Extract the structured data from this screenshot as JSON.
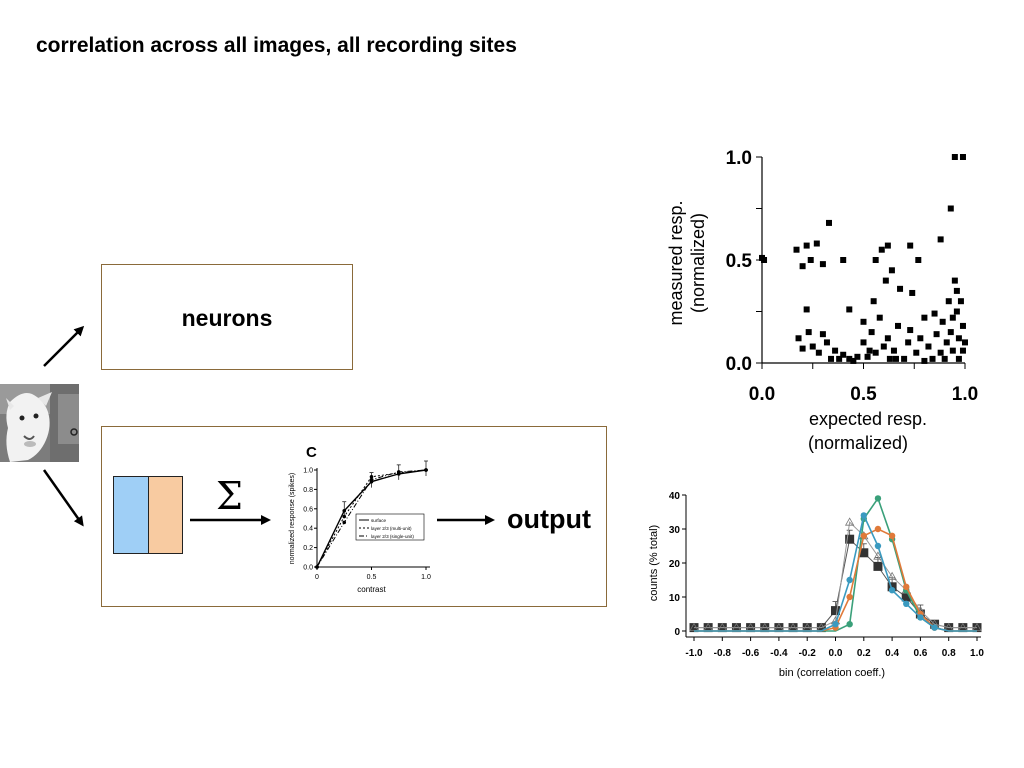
{
  "slide": {
    "title": "correlation across all images, all recording sites"
  },
  "diagram": {
    "neurons_label": "neurons",
    "sum_symbol": "Σ",
    "output_label": "output",
    "rf_colors": {
      "left": "#9fcff6",
      "right": "#f8cba1"
    },
    "box_border_color": "#8a6a3a",
    "photo_icon": "goat-photo"
  },
  "chart_data": [
    {
      "type": "line",
      "panel_label": "C",
      "xlabel": "contrast",
      "ylabel": "normalized response (spikes)",
      "xlim": [
        0,
        1
      ],
      "ylim": [
        0,
        1
      ],
      "x_ticks": [
        "0",
        "0.5",
        "1.0"
      ],
      "y_ticks": [
        "0.0",
        "0.2",
        "0.4",
        "0.6",
        "0.8",
        "1.0"
      ],
      "x": [
        0,
        0.25,
        0.5,
        0.75,
        1.0
      ],
      "series": [
        {
          "name": "surface",
          "values": [
            0,
            0.58,
            0.88,
            0.96,
            1.0
          ]
        },
        {
          "name": "layer 2/3 (multi-unit)",
          "values": [
            0,
            0.52,
            0.93,
            0.97,
            1.0
          ]
        },
        {
          "name": "layer 2/3 (single-unit)",
          "values": [
            0,
            0.46,
            0.9,
            0.98,
            1.0
          ]
        }
      ]
    },
    {
      "type": "scatter",
      "xlabel": "expected resp.\n(normalized)",
      "ylabel": "measured resp.\n(normalized)",
      "xlabel_lines": [
        "expected resp.",
        "(normalized)"
      ],
      "ylabel_lines": [
        "measured resp.",
        "(normalized)"
      ],
      "xlim": [
        0,
        1
      ],
      "ylim": [
        0,
        1
      ],
      "x_ticks": [
        "0.0",
        "0.5",
        "1.0"
      ],
      "y_ticks": [
        "0.0",
        "0.5",
        "1.0"
      ],
      "points": [
        [
          0.0,
          0.51
        ],
        [
          0.01,
          0.5
        ],
        [
          0.17,
          0.55
        ],
        [
          0.2,
          0.47
        ],
        [
          0.22,
          0.57
        ],
        [
          0.24,
          0.5
        ],
        [
          0.27,
          0.58
        ],
        [
          0.3,
          0.48
        ],
        [
          0.33,
          0.68
        ],
        [
          0.4,
          0.5
        ],
        [
          0.56,
          0.5
        ],
        [
          0.59,
          0.55
        ],
        [
          0.62,
          0.57
        ],
        [
          0.64,
          0.45
        ],
        [
          0.73,
          0.57
        ],
        [
          0.77,
          0.5
        ],
        [
          0.88,
          0.6
        ],
        [
          0.93,
          0.75
        ],
        [
          0.95,
          1.0
        ],
        [
          0.99,
          1.0
        ],
        [
          0.18,
          0.12
        ],
        [
          0.2,
          0.07
        ],
        [
          0.22,
          0.26
        ],
        [
          0.23,
          0.15
        ],
        [
          0.25,
          0.08
        ],
        [
          0.28,
          0.05
        ],
        [
          0.3,
          0.14
        ],
        [
          0.32,
          0.1
        ],
        [
          0.34,
          0.02
        ],
        [
          0.36,
          0.06
        ],
        [
          0.38,
          0.02
        ],
        [
          0.4,
          0.04
        ],
        [
          0.43,
          0.02
        ],
        [
          0.45,
          0.01
        ],
        [
          0.47,
          0.03
        ],
        [
          0.5,
          0.1
        ],
        [
          0.52,
          0.03
        ],
        [
          0.54,
          0.15
        ],
        [
          0.55,
          0.3
        ],
        [
          0.56,
          0.05
        ],
        [
          0.58,
          0.22
        ],
        [
          0.6,
          0.08
        ],
        [
          0.61,
          0.4
        ],
        [
          0.62,
          0.12
        ],
        [
          0.63,
          0.02
        ],
        [
          0.65,
          0.06
        ],
        [
          0.67,
          0.18
        ],
        [
          0.68,
          0.36
        ],
        [
          0.7,
          0.02
        ],
        [
          0.72,
          0.1
        ],
        [
          0.73,
          0.16
        ],
        [
          0.74,
          0.34
        ],
        [
          0.76,
          0.05
        ],
        [
          0.78,
          0.12
        ],
        [
          0.8,
          0.01
        ],
        [
          0.82,
          0.08
        ],
        [
          0.84,
          0.02
        ],
        [
          0.85,
          0.24
        ],
        [
          0.86,
          0.14
        ],
        [
          0.88,
          0.05
        ],
        [
          0.89,
          0.2
        ],
        [
          0.9,
          0.02
        ],
        [
          0.91,
          0.1
        ],
        [
          0.92,
          0.3
        ],
        [
          0.93,
          0.15
        ],
        [
          0.94,
          0.06
        ],
        [
          0.95,
          0.4
        ],
        [
          0.96,
          0.25
        ],
        [
          0.97,
          0.12
        ],
        [
          0.97,
          0.02
        ],
        [
          0.98,
          0.3
        ],
        [
          0.99,
          0.18
        ],
        [
          0.99,
          0.06
        ],
        [
          1.0,
          0.1
        ],
        [
          0.96,
          0.35
        ],
        [
          0.94,
          0.22
        ],
        [
          0.5,
          0.2
        ],
        [
          0.43,
          0.26
        ],
        [
          0.53,
          0.06
        ],
        [
          0.66,
          0.02
        ],
        [
          0.8,
          0.22
        ]
      ]
    },
    {
      "type": "line",
      "xlabel": "bin (correlation coeff.)",
      "ylabel": "counts (% total)",
      "xlim": [
        -1.0,
        1.0
      ],
      "ylim": [
        0,
        40
      ],
      "x_ticks": [
        "-1.0",
        "-0.8",
        "-0.6",
        "-0.4",
        "-0.2",
        "0.0",
        "0.2",
        "0.4",
        "0.6",
        "0.8",
        "1.0"
      ],
      "y_ticks": [
        "0",
        "10",
        "20",
        "30",
        "40"
      ],
      "x": [
        -1.0,
        -0.9,
        -0.8,
        -0.7,
        -0.6,
        -0.5,
        -0.4,
        -0.3,
        -0.2,
        -0.1,
        0.0,
        0.1,
        0.2,
        0.3,
        0.4,
        0.5,
        0.6,
        0.7,
        0.8,
        0.9,
        1.0
      ],
      "series": [
        {
          "color": "#555555",
          "values": [
            1,
            1,
            1,
            1,
            1,
            1,
            1,
            1,
            1,
            1,
            6,
            27,
            23,
            19,
            13,
            10,
            5,
            2,
            1,
            1,
            1
          ]
        },
        {
          "color": "#999999",
          "values": [
            1,
            1,
            1,
            1,
            1,
            1,
            1,
            1,
            1,
            1,
            3,
            32,
            28,
            22,
            16,
            12,
            6,
            2,
            1,
            1,
            1
          ]
        },
        {
          "color": "#3aa07a",
          "values": [
            0,
            0,
            0,
            0,
            0,
            0,
            0,
            0,
            0,
            0,
            0,
            2,
            33,
            39,
            27,
            12,
            4,
            1,
            0,
            0,
            0
          ]
        },
        {
          "color": "#e07a3a",
          "values": [
            0,
            0,
            0,
            0,
            0,
            0,
            0,
            0,
            0,
            0,
            1,
            10,
            28,
            30,
            28,
            13,
            5,
            1,
            0,
            0,
            0
          ]
        },
        {
          "color": "#3a9ac0",
          "values": [
            0,
            0,
            0,
            0,
            0,
            0,
            0,
            0,
            0,
            0,
            2,
            15,
            34,
            25,
            12,
            8,
            4,
            1,
            0,
            0,
            0
          ]
        }
      ]
    }
  ]
}
